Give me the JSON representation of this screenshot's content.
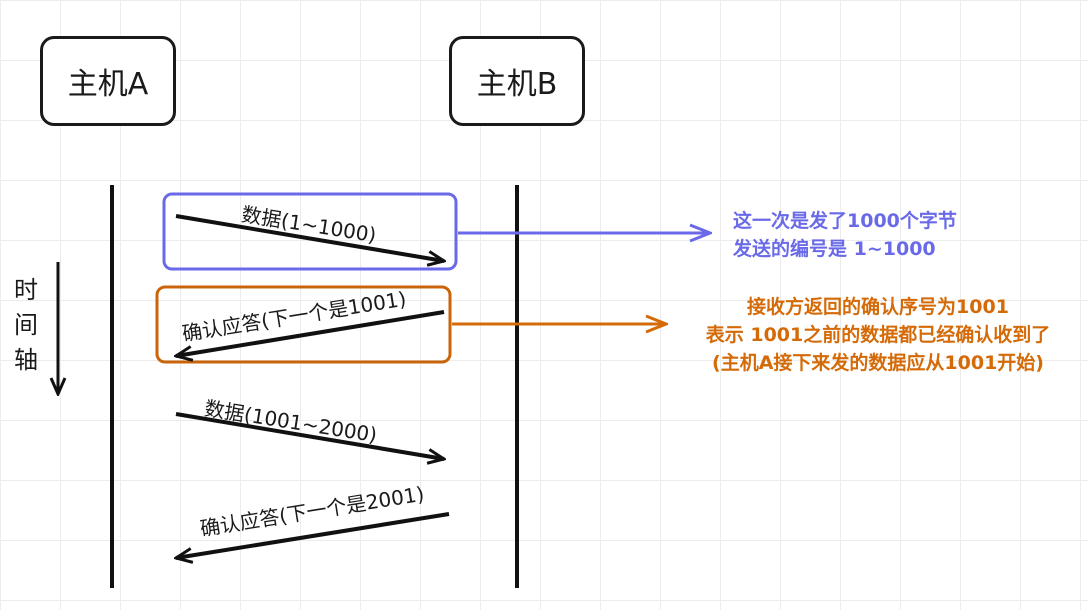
{
  "hosts": {
    "a": "主机A",
    "b": "主机B"
  },
  "time_axis": [
    "时",
    "间",
    "轴"
  ],
  "messages": [
    {
      "label": "数据(1~1000)",
      "direction": "A-to-B"
    },
    {
      "label": "确认应答(下一个是1001)",
      "direction": "B-to-A"
    },
    {
      "label": "数据(1001~2000)",
      "direction": "A-to-B"
    },
    {
      "label": "确认应答(下一个是2001)",
      "direction": "B-to-A"
    }
  ],
  "notes": {
    "blue": {
      "lines": [
        "这一次是发了1000个字节",
        "发送的编号是 1~1000"
      ],
      "color": "#6a6ae8"
    },
    "orange": {
      "lines": [
        "接收方返回的确认序号为1001",
        "表示 1001之前的数据都已经确认收到了",
        "(主机A接下来发的数据应从1001开始)"
      ],
      "color": "#d46b08"
    }
  }
}
